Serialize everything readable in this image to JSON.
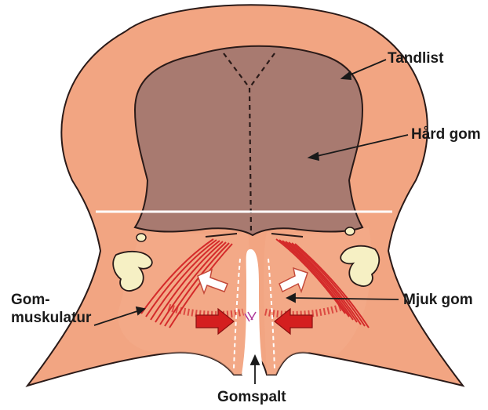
{
  "labels": {
    "tandlist": "Tandlist",
    "hard_gom": "Hård gom",
    "gom_muskulatur_line1": "Gom-",
    "gom_muskulatur_line2": "muskulatur",
    "mjuk_gom": "Mjuk gom",
    "gomspalt": "Gomspalt"
  },
  "colors": {
    "gum": "#f2a582",
    "hard_palate": "#a87a70",
    "outline": "#2a1a18",
    "muscle": "#d42a2a",
    "arrow_red": "#d41f1f",
    "bone": "#f6f0c4",
    "dashed_line": "#2a1a18"
  }
}
